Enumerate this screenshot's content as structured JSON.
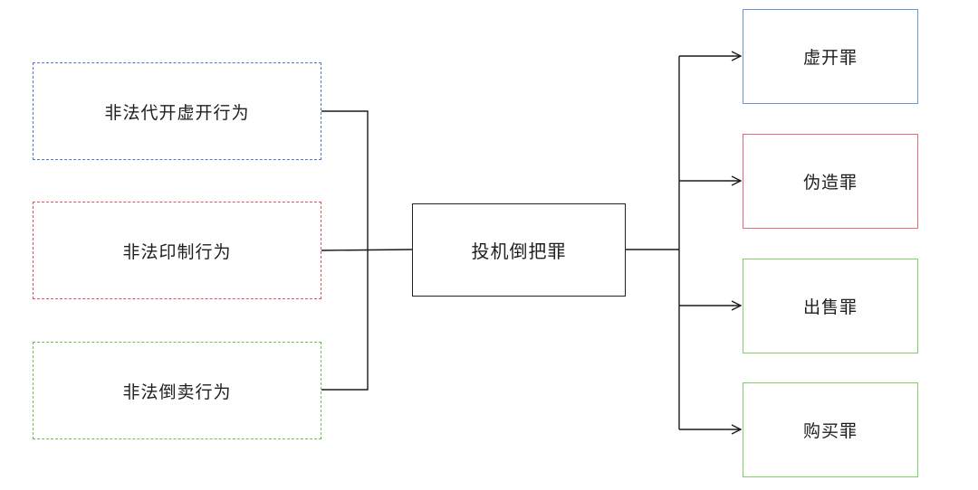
{
  "diagram": {
    "left_nodes": [
      {
        "label": "非法代开虚开行为",
        "color": "#4a7bd0"
      },
      {
        "label": "非法印制行为",
        "color": "#e0525e"
      },
      {
        "label": "非法倒卖行为",
        "color": "#6cc052"
      }
    ],
    "center_node": {
      "label": "投机倒把罪",
      "color": "#222222"
    },
    "right_nodes": [
      {
        "label": "虚开罪",
        "color": "#6b93e0"
      },
      {
        "label": "伪造罪",
        "color": "#e66877"
      },
      {
        "label": "出售罪",
        "color": "#7fcd69"
      },
      {
        "label": "购买罪",
        "color": "#7fcd69"
      }
    ],
    "connector_color": "#1a1a1a"
  }
}
